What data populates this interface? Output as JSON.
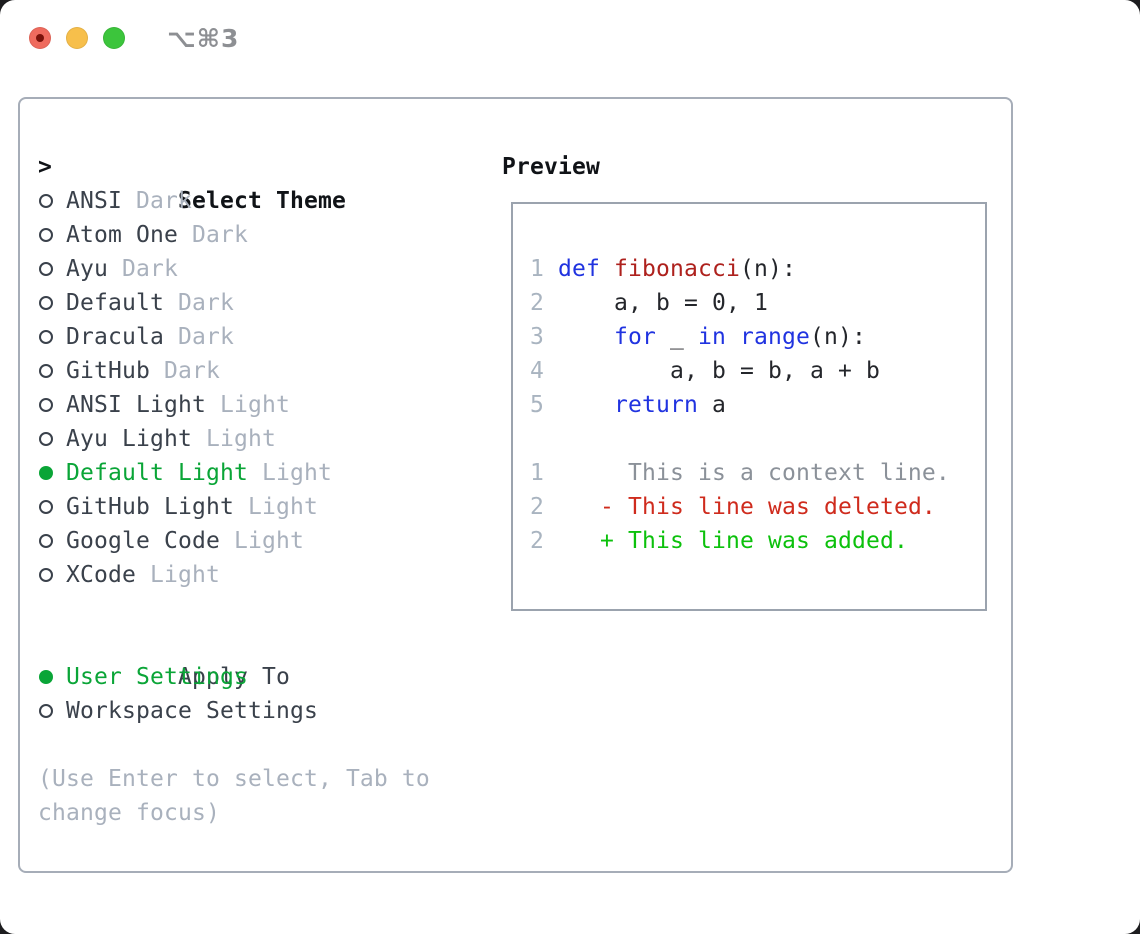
{
  "titlebar": {
    "title": "⌥⌘3",
    "buttons": [
      "close",
      "minimize",
      "zoom"
    ]
  },
  "theme_selector": {
    "header": "Select Theme",
    "focus_marker": ">",
    "items": [
      {
        "name": "ANSI",
        "variant": "Dark",
        "selected": false
      },
      {
        "name": "Atom One",
        "variant": "Dark",
        "selected": false
      },
      {
        "name": "Ayu",
        "variant": "Dark",
        "selected": false
      },
      {
        "name": "Default",
        "variant": "Dark",
        "selected": false
      },
      {
        "name": "Dracula",
        "variant": "Dark",
        "selected": false
      },
      {
        "name": "GitHub",
        "variant": "Dark",
        "selected": false
      },
      {
        "name": "ANSI Light",
        "variant": "Light",
        "selected": false
      },
      {
        "name": "Ayu Light",
        "variant": "Light",
        "selected": false
      },
      {
        "name": "Default Light",
        "variant": "Light",
        "selected": true
      },
      {
        "name": "GitHub Light",
        "variant": "Light",
        "selected": false
      },
      {
        "name": "Google Code",
        "variant": "Light",
        "selected": false
      },
      {
        "name": "XCode",
        "variant": "Light",
        "selected": false
      }
    ]
  },
  "apply_to": {
    "header": "Apply To",
    "items": [
      {
        "label": "User Settings",
        "selected": true
      },
      {
        "label": "Workspace Settings",
        "selected": false
      }
    ]
  },
  "help_lines": [
    "(Use Enter to select, Tab to",
    "change focus)"
  ],
  "preview": {
    "header": "Preview",
    "lines": [
      {
        "num": "1",
        "kind": "code",
        "segments": [
          {
            "t": "def",
            "c": "kw"
          },
          {
            "t": " ",
            "c": "pl"
          },
          {
            "t": "fibonacci",
            "c": "fn"
          },
          {
            "t": "(n):",
            "c": "pl"
          }
        ]
      },
      {
        "num": "2",
        "kind": "code",
        "segments": [
          {
            "t": "    a, b = 0, 1",
            "c": "pl"
          }
        ]
      },
      {
        "num": "3",
        "kind": "code",
        "segments": [
          {
            "t": "    ",
            "c": "pl"
          },
          {
            "t": "for",
            "c": "kw"
          },
          {
            "t": " _ ",
            "c": "pl"
          },
          {
            "t": "in",
            "c": "kw"
          },
          {
            "t": " ",
            "c": "pl"
          },
          {
            "t": "range",
            "c": "kw"
          },
          {
            "t": "(n):",
            "c": "pl"
          }
        ]
      },
      {
        "num": "4",
        "kind": "code",
        "segments": [
          {
            "t": "        a, b = b, a + b",
            "c": "pl"
          }
        ]
      },
      {
        "num": "5",
        "kind": "code",
        "segments": [
          {
            "t": "    ",
            "c": "pl"
          },
          {
            "t": "return",
            "c": "kw"
          },
          {
            "t": " a",
            "c": "pl"
          }
        ]
      },
      {
        "num": "",
        "kind": "blank",
        "segments": []
      },
      {
        "num": "1",
        "kind": "diff-context",
        "segments": [
          {
            "t": "     This is a context line.",
            "c": "ctx"
          }
        ]
      },
      {
        "num": "2",
        "kind": "diff-deleted",
        "segments": [
          {
            "t": "   ",
            "c": "pl"
          },
          {
            "t": "- This line was deleted.",
            "c": "del"
          }
        ]
      },
      {
        "num": "2",
        "kind": "diff-added",
        "segments": [
          {
            "t": "   ",
            "c": "pl"
          },
          {
            "t": "+ This line was added.",
            "c": "add"
          }
        ]
      }
    ]
  },
  "colors": {
    "page_bg": "#1d1d1f",
    "window_bg": "#ffffff",
    "panel_border": "#a6adb8",
    "preview_border": "#9ba3ae",
    "header_text": "#101317",
    "item_text": "#3a414b",
    "muted_text": "#a9b1bd",
    "selected_green": "#0aa537",
    "line_number": "#a9b4c0",
    "keyword_blue": "#2033e0",
    "function_red": "#ae211d",
    "context_gray": "#8b9199",
    "deleted_red": "#cf2b1d",
    "added_green": "#0cc10c",
    "traffic_red": "#ef6b5e",
    "traffic_red_dot": "#7a120a",
    "traffic_yellow": "#f7bf4b",
    "traffic_green": "#3cc53c",
    "title_text": "#8d8f93"
  }
}
